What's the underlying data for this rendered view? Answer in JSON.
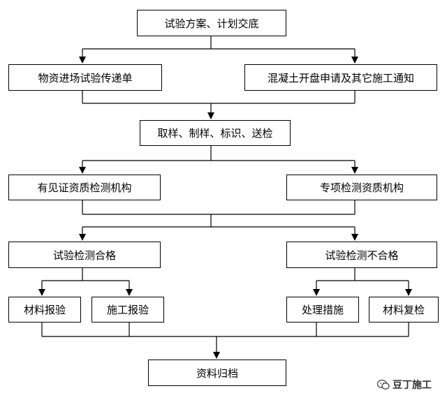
{
  "nodes": {
    "plan": "试验方案、计划交底",
    "material_slip": "物资进场试验传递单",
    "concrete_notice": "混凝土开盘申请及其它施工通知",
    "sampling": "取样、制样、标识、送检",
    "witness_lab": "有见证资质检测机构",
    "special_lab": "专项检测资质机构",
    "pass": "试验检测合格",
    "fail": "试验检测不合格",
    "material_report": "材料报验",
    "construction_report": "施工报验",
    "treatment": "处理措施",
    "material_retest": "材料复检",
    "archive": "资料归档"
  },
  "watermark": {
    "text": "豆丁施工",
    "icon": "wechat-icon"
  }
}
